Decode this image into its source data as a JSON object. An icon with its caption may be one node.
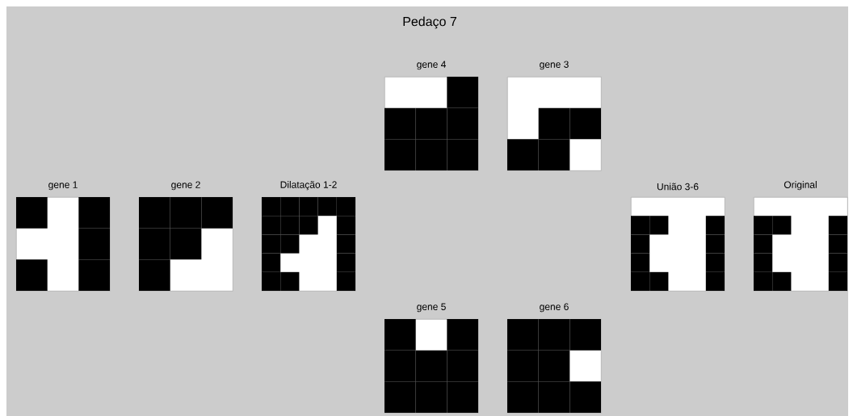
{
  "diagram": {
    "title": "Pedaço 7",
    "nodes": [
      {
        "text": [
          "gene 4"
        ]
      },
      {
        "text": [
          "gene 3"
        ]
      },
      {
        "text": [
          "gene 1"
        ]
      },
      {
        "text": [
          "gene 2"
        ]
      },
      {
        "text": [
          "Dilatação 1-2"
        ]
      },
      {
        "text": [
          "União 3-6"
        ]
      },
      {
        "text": [
          "Original"
        ]
      },
      {
        "text": [
          "gene 5"
        ]
      },
      {
        "text": [
          "gene 6"
        ]
      }
    ]
  }
}
